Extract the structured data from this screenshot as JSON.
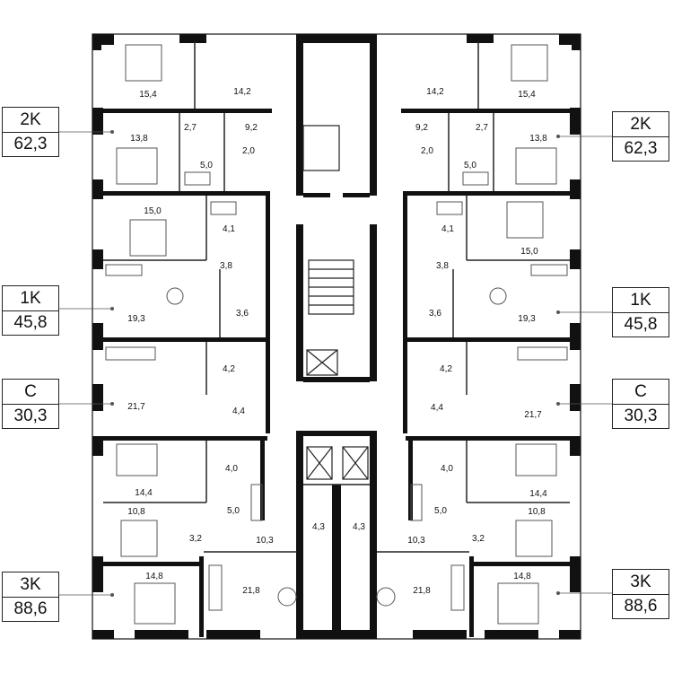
{
  "units": [
    {
      "id": "l1",
      "type": "2K",
      "area": "62,3"
    },
    {
      "id": "l2",
      "type": "1K",
      "area": "45,8"
    },
    {
      "id": "l3",
      "type": "C",
      "area": "30,3"
    },
    {
      "id": "l4",
      "type": "3K",
      "area": "88,6"
    },
    {
      "id": "r1",
      "type": "2K",
      "area": "62,3"
    },
    {
      "id": "r2",
      "type": "1K",
      "area": "45,8"
    },
    {
      "id": "r3",
      "type": "C",
      "area": "30,3"
    },
    {
      "id": "r4",
      "type": "3K",
      "area": "88,6"
    }
  ],
  "rooms": [
    {
      "id": "l-15-4",
      "label": "15,4"
    },
    {
      "id": "l-14-2",
      "label": "14,2"
    },
    {
      "id": "l-2-7",
      "label": "2,7"
    },
    {
      "id": "l-9-2",
      "label": "9,2"
    },
    {
      "id": "l-13-8",
      "label": "13,8"
    },
    {
      "id": "l-5-0a",
      "label": "5,0"
    },
    {
      "id": "l-2-0",
      "label": "2,0"
    },
    {
      "id": "l-15-0",
      "label": "15,0"
    },
    {
      "id": "l-4-1",
      "label": "4,1"
    },
    {
      "id": "l-3-8",
      "label": "3,8"
    },
    {
      "id": "l-19-3",
      "label": "19,3"
    },
    {
      "id": "l-3-6",
      "label": "3,6"
    },
    {
      "id": "l-21-7",
      "label": "21,7"
    },
    {
      "id": "l-4-2",
      "label": "4,2"
    },
    {
      "id": "l-4-4",
      "label": "4,4"
    },
    {
      "id": "l-4-0",
      "label": "4,0"
    },
    {
      "id": "l-14-4",
      "label": "14,4"
    },
    {
      "id": "l-10-8",
      "label": "10,8"
    },
    {
      "id": "l-5-0b",
      "label": "5,0"
    },
    {
      "id": "l-3-2",
      "label": "3,2"
    },
    {
      "id": "l-10-3",
      "label": "10,3"
    },
    {
      "id": "l-4-3",
      "label": "4,3"
    },
    {
      "id": "l-14-8",
      "label": "14,8"
    },
    {
      "id": "l-21-8",
      "label": "21,8"
    },
    {
      "id": "r-14-2",
      "label": "14,2"
    },
    {
      "id": "r-15-4",
      "label": "15,4"
    },
    {
      "id": "r-9-2",
      "label": "9,2"
    },
    {
      "id": "r-2-7",
      "label": "2,7"
    },
    {
      "id": "r-13-8",
      "label": "13,8"
    },
    {
      "id": "r-2-0",
      "label": "2,0"
    },
    {
      "id": "r-5-0a",
      "label": "5,0"
    },
    {
      "id": "r-4-1",
      "label": "4,1"
    },
    {
      "id": "r-15-0",
      "label": "15,0"
    },
    {
      "id": "r-3-8",
      "label": "3,8"
    },
    {
      "id": "r-3-6",
      "label": "3,6"
    },
    {
      "id": "r-19-3",
      "label": "19,3"
    },
    {
      "id": "r-4-2",
      "label": "4,2"
    },
    {
      "id": "r-21-7",
      "label": "21,7"
    },
    {
      "id": "r-4-4",
      "label": "4,4"
    },
    {
      "id": "r-4-0",
      "label": "4,0"
    },
    {
      "id": "r-14-4",
      "label": "14,4"
    },
    {
      "id": "r-10-8",
      "label": "10,8"
    },
    {
      "id": "r-5-0b",
      "label": "5,0"
    },
    {
      "id": "r-10-3",
      "label": "10,3"
    },
    {
      "id": "r-3-2",
      "label": "3,2"
    },
    {
      "id": "r-4-3",
      "label": "4,3"
    },
    {
      "id": "r-21-8",
      "label": "21,8"
    },
    {
      "id": "r-14-8",
      "label": "14,8"
    }
  ]
}
